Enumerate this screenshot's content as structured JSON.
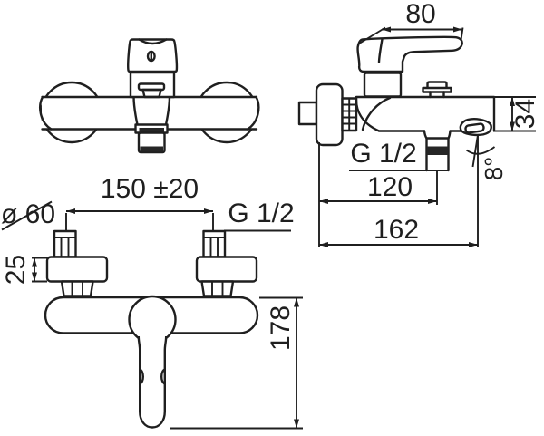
{
  "colors": {
    "line": "#1f1f1f",
    "background": "#ffffff",
    "dark_fill": "#262626"
  },
  "dimensions": {
    "side_view": {
      "handle_length": "80",
      "body_height": "34",
      "shower_outlet_thread": "G 1/2",
      "wall_to_shower_outlet": "120",
      "wall_to_spout_tip": "162",
      "spout_angle": "8°"
    },
    "bottom_view": {
      "connection_centers": "150 ±20",
      "escutcheon_diameter": "ø 60",
      "connection_thread": "G 1/2",
      "escutcheon_depth": "25",
      "overall_height": "178"
    }
  }
}
